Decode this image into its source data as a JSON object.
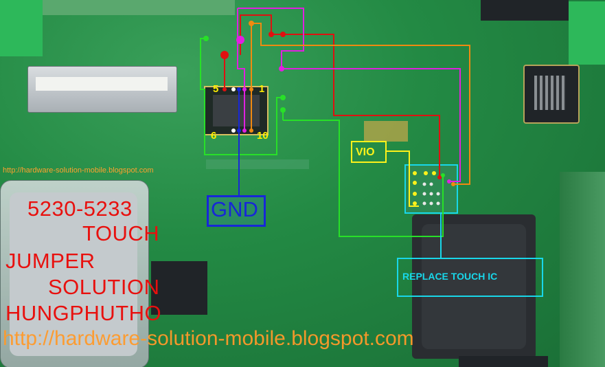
{
  "title_lines": [
    "5230-5233",
    "TOUCH",
    "JUMPER",
    "SOLUTION",
    "HUNGPHUTHO"
  ],
  "url_big": "http://hardware-solution-mobile.blogspot.com",
  "url_small": "http://hardware-solution-mobile.blogspot.com",
  "labels": {
    "gnd": "GND",
    "vio": "VIO",
    "replace_ic": "REPLACE TOUCH IC",
    "pin5": "5",
    "pin1": "1",
    "pin6": "6",
    "pin10": "10"
  },
  "colors": {
    "pcb": "#238a44",
    "jumper_red": "#e01010",
    "jumper_magenta": "#e020e0",
    "jumper_orange": "#f08a10",
    "jumper_green": "#28e028",
    "jumper_blue": "#1727d8",
    "highlight_yellow": "#fff21a",
    "highlight_cyan": "#18d7ea",
    "title_red": "#e8100e",
    "url_orange": "#ff9a2a"
  },
  "icons": [
    "flex-connector-icon",
    "touch-ic-icon",
    "bga-chip-icon",
    "shield-can-icon"
  ]
}
